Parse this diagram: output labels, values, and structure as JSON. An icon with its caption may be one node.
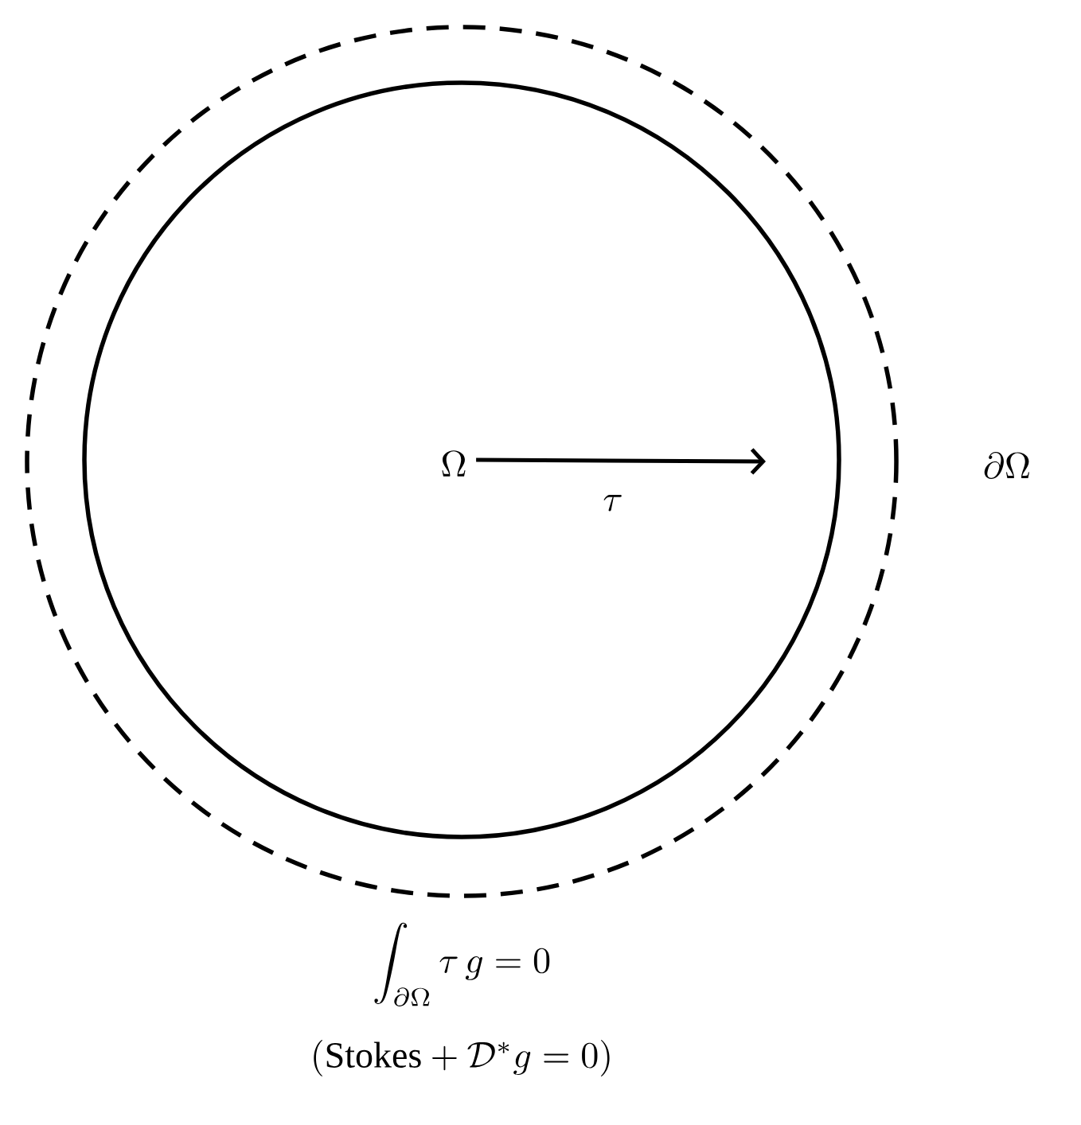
{
  "diagram": {
    "nodes": [
      {
        "text": [],
        "shape": "circle"
      },
      {
        "text": [
          "\\Omega"
        ],
        "in": 0
      }
    ],
    "labels": [
      "\\partial\\Omega",
      "\\tau",
      "\\int_{\\partial\\Omega}\\tau\\, g = 0",
      "(\\text{Stokes} + \\mathcal{D}^{*} g = 0)"
    ]
  }
}
